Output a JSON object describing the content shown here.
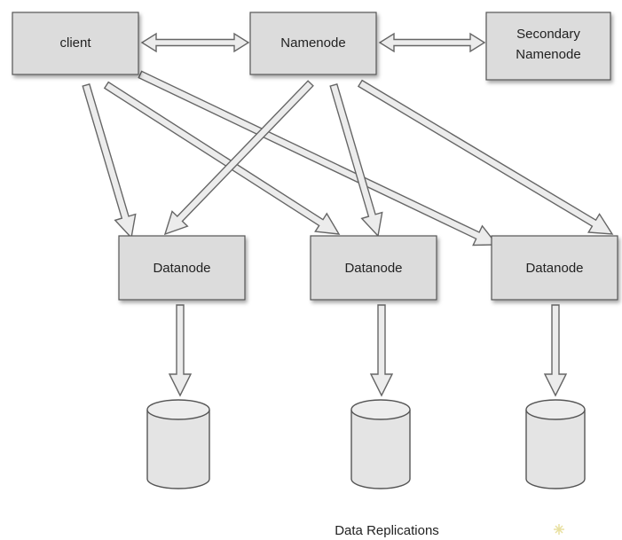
{
  "nodes": {
    "client": "client",
    "namenode": "Namenode",
    "secondary_line1": "Secondary",
    "secondary_line2": "Namenode",
    "datanode1": "Datanode",
    "datanode2": "Datanode",
    "datanode3": "Datanode"
  },
  "caption": "Data Replications",
  "colors": {
    "box_fill": "#dcdcdc",
    "box_stroke": "#555555",
    "arrow_fill": "#ececec"
  }
}
